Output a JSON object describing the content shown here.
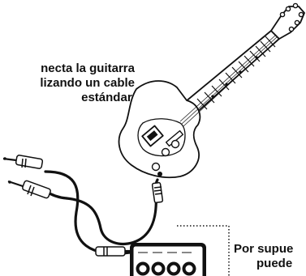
{
  "caption_main": {
    "line1": "necta la guitarra",
    "line2": "lizando un cable",
    "line3": "estándar."
  },
  "caption_side": {
    "line1": "Por supue",
    "line2": "puede"
  },
  "illustration": {
    "items": [
      "electric-guitar",
      "guitar-cable",
      "pedal-unit"
    ],
    "line_color": "#111111",
    "fill_color": "#ffffff"
  }
}
